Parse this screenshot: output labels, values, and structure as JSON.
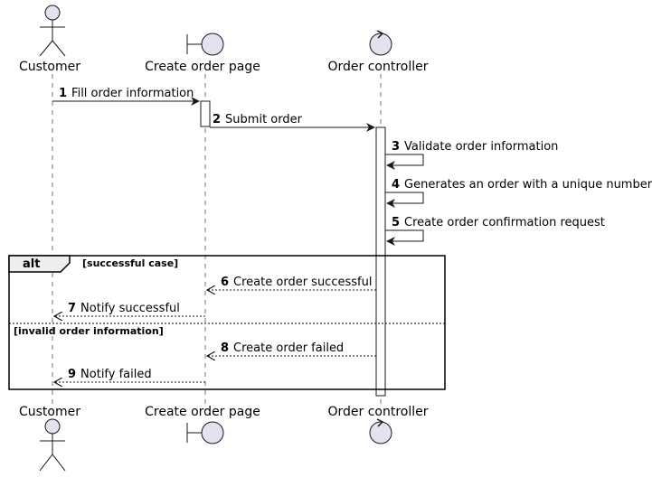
{
  "participants": [
    {
      "name": "Customer",
      "kind": "actor"
    },
    {
      "name": "Create order page",
      "kind": "boundary"
    },
    {
      "name": "Order controller",
      "kind": "control"
    }
  ],
  "messages": [
    {
      "num": "1",
      "text": "Fill order information",
      "from": 0,
      "to": 1,
      "dashed": false
    },
    {
      "num": "2",
      "text": "Submit order",
      "from": 1,
      "to": 2,
      "dashed": false
    },
    {
      "num": "3",
      "text": "Validate order information",
      "from": 2,
      "to": 2,
      "dashed": false
    },
    {
      "num": "4",
      "text": "Generates an order with a unique number",
      "from": 2,
      "to": 2,
      "dashed": false
    },
    {
      "num": "5",
      "text": "Create order confirmation request",
      "from": 2,
      "to": 2,
      "dashed": false
    },
    {
      "num": "6",
      "text": "Create order successful",
      "from": 2,
      "to": 1,
      "dashed": true
    },
    {
      "num": "7",
      "text": "Notify successful",
      "from": 1,
      "to": 0,
      "dashed": true
    },
    {
      "num": "8",
      "text": "Create order failed",
      "from": 2,
      "to": 1,
      "dashed": true
    },
    {
      "num": "9",
      "text": "Notify failed",
      "from": 1,
      "to": 0,
      "dashed": true
    }
  ],
  "alt": {
    "label": "alt",
    "guards": [
      "[successful case]",
      "[invalid order information]"
    ]
  },
  "colors": {
    "participant_fill": "#E2E2F0",
    "participant_stroke": "#181818",
    "lifeline": "#181818",
    "frame_header": "#EEEEEE"
  }
}
